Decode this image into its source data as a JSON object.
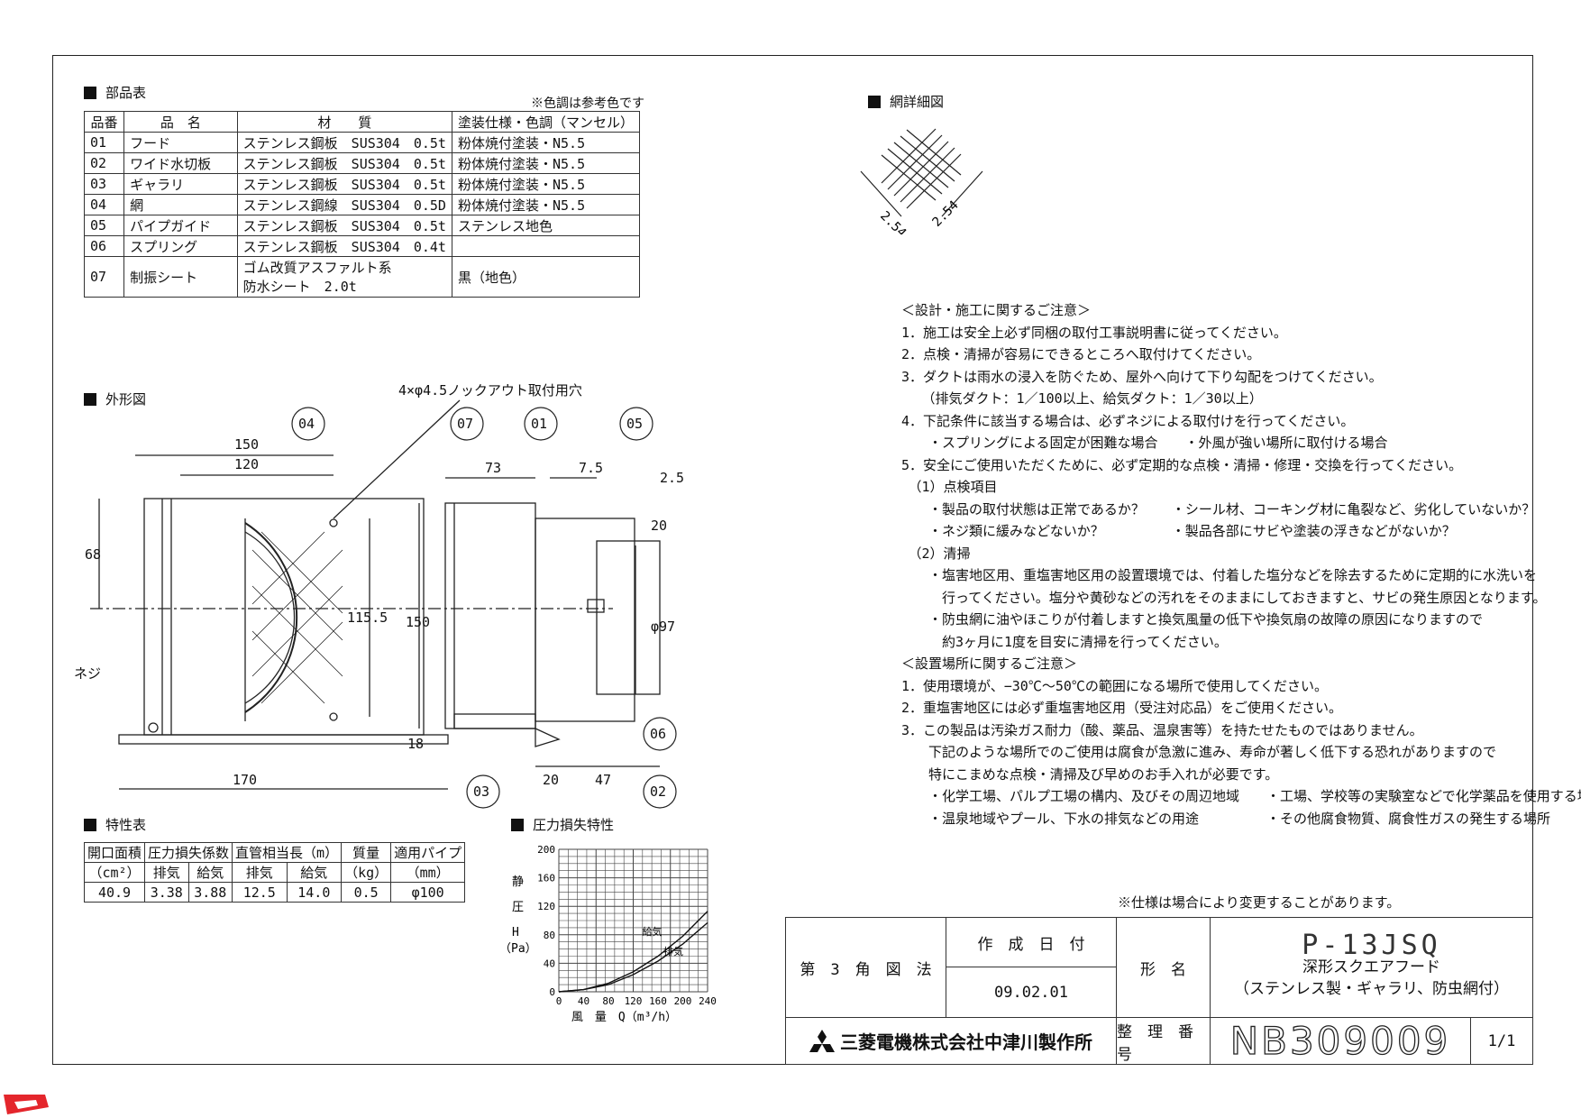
{
  "parts": {
    "section_title": "部品表",
    "color_note": "※色調は参考色です",
    "headers": [
      "品番",
      "品　名",
      "材　　質",
      "塗装仕様・色調（マンセル）"
    ],
    "rows": [
      {
        "no": "01",
        "name": "フード",
        "material": "ステンレス鋼板　SUS304　0.5t",
        "finish": "粉体焼付塗装・N5.5"
      },
      {
        "no": "02",
        "name": "ワイド水切板",
        "material": "ステンレス鋼板　SUS304　0.5t",
        "finish": "粉体焼付塗装・N5.5"
      },
      {
        "no": "03",
        "name": "ギャラリ",
        "material": "ステンレス鋼板　SUS304　0.5t",
        "finish": "粉体焼付塗装・N5.5"
      },
      {
        "no": "04",
        "name": "網",
        "material": "ステンレス鋼線　SUS304　0.5D",
        "finish": "粉体焼付塗装・N5.5"
      },
      {
        "no": "05",
        "name": "パイプガイド",
        "material": "ステンレス鋼板　SUS304　0.5t",
        "finish": "ステンレス地色"
      },
      {
        "no": "06",
        "name": "スプリング",
        "material": "ステンレス鋼板　SUS304　0.4t",
        "finish": ""
      },
      {
        "no": "07",
        "name": "制振シート",
        "material": "ゴム改質アスファルト系",
        "material2": "防水シート　2.0t",
        "finish": "黒（地色）"
      }
    ]
  },
  "mesh": {
    "section_title": "網詳細図",
    "dim1": "2.54",
    "dim2": "2.54"
  },
  "outline": {
    "section_title": "外形図",
    "knockout": "4×φ4.5ノックアウト取付用穴",
    "screw_label": "ネジ",
    "dims": {
      "w150": "150",
      "w120": "120",
      "h68": "68",
      "h115": "115.5",
      "w170": "170",
      "d73": "73",
      "d7": "7.5",
      "d25": "2.5",
      "h150": "150",
      "d20a": "20",
      "phi97": "φ97",
      "h18": "18",
      "b20": "20",
      "b47": "47"
    },
    "callouts": [
      "04",
      "07",
      "01",
      "05",
      "06",
      "03",
      "02"
    ]
  },
  "characteristics": {
    "section_title": "特性表",
    "h1": [
      "開口面積",
      "圧力損失係数",
      "直管相当長（m）",
      "質量",
      "適用パイプ"
    ],
    "h2": [
      "（cm²）",
      "排気",
      "給気",
      "排気",
      "給気",
      "（kg）",
      "（mm）"
    ],
    "values": [
      "40.9",
      "3.38",
      "3.88",
      "12.5",
      "14.0",
      "0.5",
      "φ100"
    ]
  },
  "chart_data": {
    "type": "line",
    "title": "圧力損失特性",
    "xlabel": "風　量　Q（m³/h）",
    "ylabel": "静圧H（Pa）",
    "ylabel_chars": [
      "静",
      "圧",
      "H",
      "（Pa）"
    ],
    "xlim": [
      0,
      240
    ],
    "ylim": [
      0,
      200
    ],
    "xticks": [
      0,
      40,
      80,
      120,
      160,
      200,
      240
    ],
    "yticks": [
      0,
      40,
      80,
      120,
      160,
      200
    ],
    "grid": true,
    "series": [
      {
        "name": "給気",
        "x": [
          0,
          40,
          80,
          120,
          160,
          200,
          240
        ],
        "y": [
          0,
          3,
          12,
          28,
          50,
          78,
          113
        ]
      },
      {
        "name": "排気",
        "x": [
          0,
          40,
          80,
          120,
          160,
          200,
          240
        ],
        "y": [
          0,
          3,
          10,
          24,
          43,
          67,
          97
        ]
      }
    ]
  },
  "notes": {
    "design_title": "＜設計・施工に関するご注意＞",
    "design_lines": [
      "1．施工は安全上必ず同梱の取付工事説明書に従ってください。",
      "2．点検・清掃が容易にできるところへ取付けてください。",
      "3．ダクトは雨水の浸入を防ぐため、屋外へ向けて下り勾配をつけてください。",
      "　　（排気ダクト：1／100以上、給気ダクト：1／30以上）",
      "4．下記条件に該当する場合は、必ずネジによる取付けを行ってください。",
      "　　・スプリングによる固定が困難な場合　　・外風が強い場所に取付ける場合",
      "5．安全にご使用いただくために、必ず定期的な点検・清掃・修理・交換を行ってください。",
      "　（1）点検項目",
      "　　・製品の取付状態は正常であるか？　　・シール材、コーキング材に亀裂など、劣化していないか？",
      "　　・ネジ類に緩みなどないか？　　　　　・製品各部にサビや塗装の浮きなどがないか？",
      "　（2）清掃",
      "　　・塩害地区用、重塩害地区用の設置環境では、付着した塩分などを除去するために定期的に水洗いを",
      "　　　行ってください。塩分や黄砂などの汚れをそのままにしておきますと、サビの発生原因となります。",
      "　　・防虫網に油やほこりが付着しますと換気風量の低下や換気扇の故障の原因になりますので",
      "　　　約3ヶ月に1度を目安に清掃を行ってください。"
    ],
    "location_title": "＜設置場所に関するご注意＞",
    "location_lines": [
      "1．使用環境が、−30℃〜50℃の範囲になる場所で使用してください。",
      "2．重塩害地区には必ず重塩害地区用（受注対応品）をご使用ください。",
      "3．この製品は汚染ガス耐力（酸、薬品、温泉害等）を持たせたものではありません。",
      "　　下記のような場所でのご使用は腐食が急激に進み、寿命が著しく低下する恐れがありますので",
      "　　特にこまめな点検・清掃及び早めのお手入れが必要です。",
      "　　・化学工場、パルプ工場の構内、及びその周辺地域　　・工場、学校等の実験室などで化学薬品を使用する場所",
      "　　・温泉地域やプール、下水の排気などの用途　　　　　・その他腐食物質、腐食性ガスの発生する場所"
    ],
    "spec_note": "※仕様は場合により変更することがあります。"
  },
  "title_block": {
    "projection": "第　3　角　図　法",
    "date_label": "作　成　日　付",
    "date_value": "09.02.01",
    "model_label": "形　名",
    "model": "P-13JSQ",
    "desc1": "深形スクエアフード",
    "desc2": "（ステンレス製・ギャラリ、防虫網付）",
    "company": "三菱電機株式会社中津川製作所",
    "ref_label": "整　理　番　号",
    "ref_no": "NB309009",
    "sheet": "1/1"
  },
  "colors": {
    "accent": "#e4262c",
    "line": "#222222"
  }
}
